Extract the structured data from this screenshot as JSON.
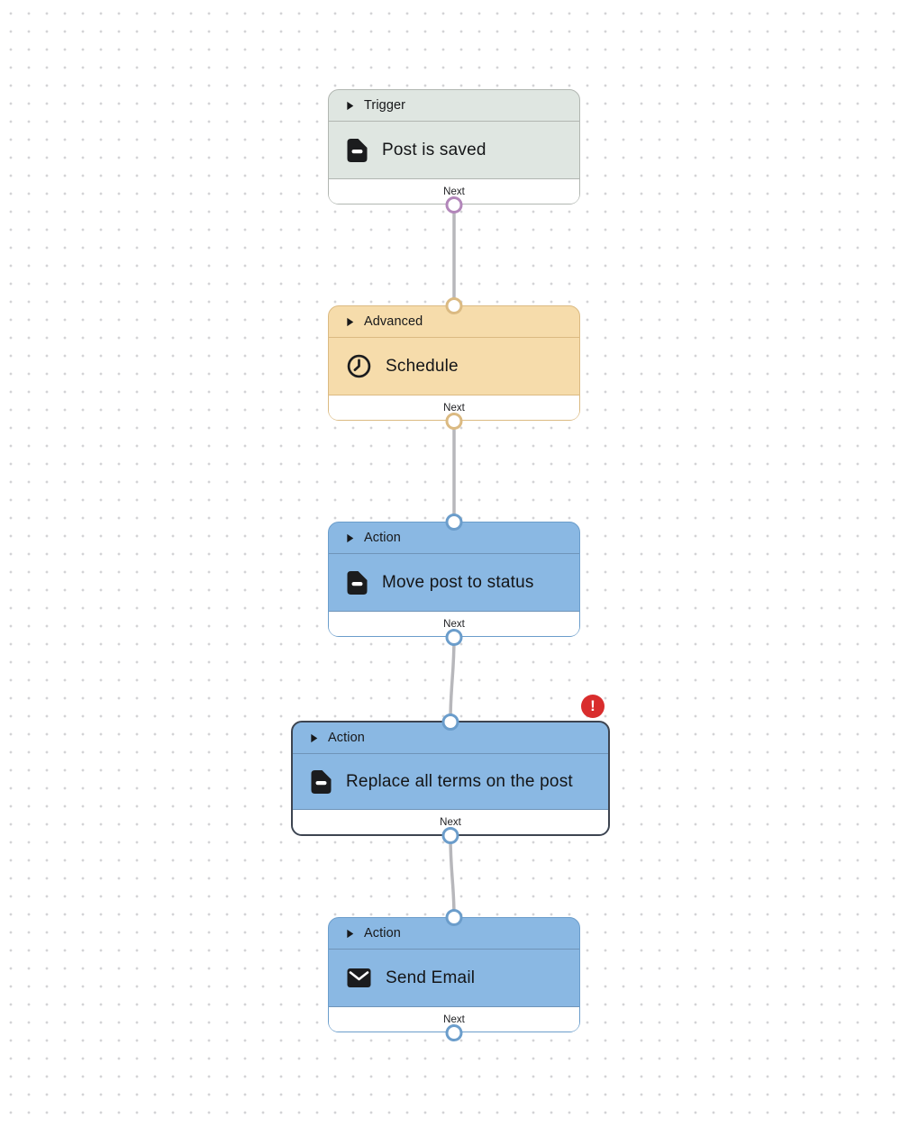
{
  "canvas": {
    "dot_color": "#d3d3d6"
  },
  "colors": {
    "trigger": {
      "fill": "#dfe6e1",
      "border": "#b1b6b1",
      "port": "#b286ba"
    },
    "advanced": {
      "fill": "#f6dcab",
      "border": "#dbba82",
      "port": "#dbba82"
    },
    "action": {
      "fill": "#8ab8e3",
      "border": "#6b9dcb",
      "divider": "#6f94b8",
      "port": "#6b9dcb"
    },
    "selected_border": "#3d4450",
    "error_badge": "#d92d2d",
    "connector": "#b7b7bb"
  },
  "nodes": [
    {
      "type": "trigger",
      "kind_label": "Trigger",
      "title": "Post is saved",
      "icon": "document-icon",
      "footer_label": "Next",
      "has_input": false,
      "selected": false,
      "error": false
    },
    {
      "type": "advanced",
      "kind_label": "Advanced",
      "title": "Schedule",
      "icon": "clock-icon",
      "footer_label": "Next",
      "has_input": true,
      "selected": false,
      "error": false
    },
    {
      "type": "action",
      "kind_label": "Action",
      "title": "Move post to status",
      "icon": "document-icon",
      "footer_label": "Next",
      "has_input": true,
      "selected": false,
      "error": false
    },
    {
      "type": "action",
      "kind_label": "Action",
      "title": "Replace all terms on the post",
      "icon": "document-icon",
      "footer_label": "Next",
      "has_input": true,
      "selected": true,
      "error": true,
      "error_badge": "!"
    },
    {
      "type": "action",
      "kind_label": "Action",
      "title": "Send Email",
      "icon": "email-icon",
      "footer_label": "Next",
      "has_input": true,
      "selected": false,
      "error": false
    }
  ],
  "connectors": [
    {
      "from": "Post is saved",
      "to": "Schedule"
    },
    {
      "from": "Schedule",
      "to": "Move post to status"
    },
    {
      "from": "Move post to status",
      "to": "Replace all terms on the post"
    },
    {
      "from": "Replace all terms on the post",
      "to": "Send Email"
    }
  ]
}
